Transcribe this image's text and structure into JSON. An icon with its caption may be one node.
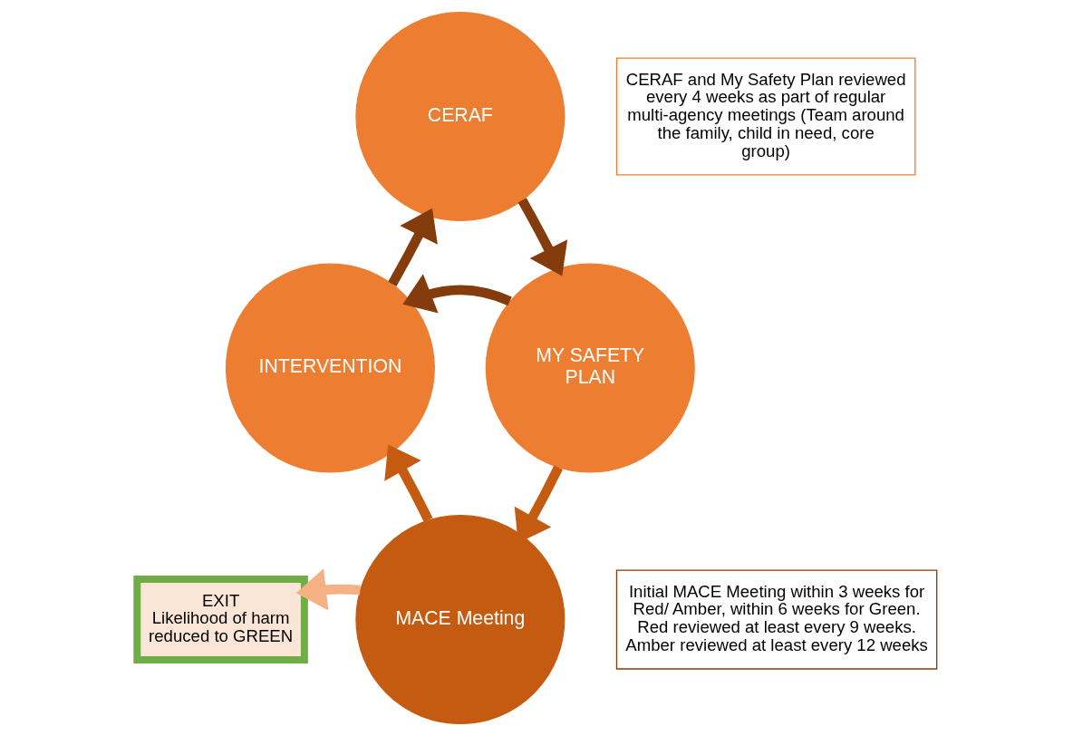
{
  "diagram": {
    "nodes": [
      {
        "text": [
          "CERAF"
        ]
      },
      {
        "text": [
          "MY SAFETY PLAN"
        ]
      },
      {
        "text": [
          "INTERVENTION"
        ]
      },
      {
        "text": [
          "MACE Meeting"
        ]
      },
      {
        "text": [
          "CERAF and My Safety Plan reviewed every 4 weeks as part of regular multi-agency meetings (Team around the family, child in need, core group)"
        ]
      },
      {
        "text": [
          "Initial MACE Meeting within 3 weeks for Red/ Amber, within 6 weeks for Green. Red reviewed at least every 9 weeks. Amber reviewed at least every 12 weeks"
        ]
      },
      {
        "text": [
          "EXIT",
          "Likelihood of harm reduced to GREEN"
        ]
      }
    ],
    "edges": [
      {
        "from": 2,
        "to": 0,
        "arrow": "to"
      },
      {
        "from": 0,
        "to": 1,
        "arrow": "to"
      },
      {
        "from": 1,
        "to": 2,
        "arrow": "to"
      },
      {
        "from": 1,
        "to": 3,
        "arrow": "to",
        "color": "#c55a11"
      },
      {
        "from": 3,
        "to": 2,
        "arrow": "to",
        "color": "#c55a11"
      },
      {
        "from": 3,
        "to": 6,
        "arrow": "to",
        "color": "#f4b183"
      }
    ]
  }
}
